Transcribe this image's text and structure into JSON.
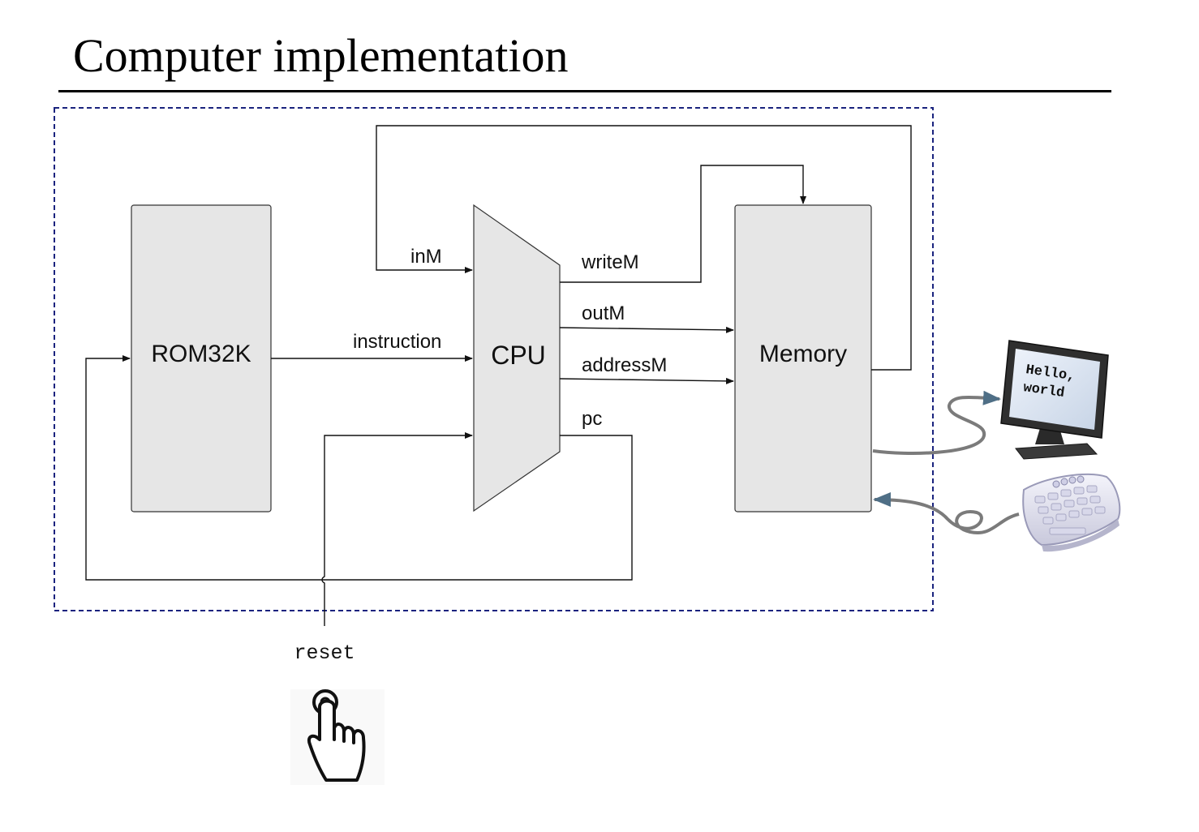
{
  "title": "Computer implementation",
  "blocks": {
    "rom": "ROM32K",
    "cpu": "CPU",
    "memory": "Memory"
  },
  "signals": {
    "inM": "inM",
    "writeM": "writeM",
    "outM": "outM",
    "addressM": "addressM",
    "pc": "pc",
    "instruction": "instruction",
    "reset": "reset"
  },
  "screen": {
    "line1": "Hello,",
    "line2": "world"
  },
  "icons": {
    "screen": "monitor-icon",
    "keyboard": "keyboard-icon",
    "reset_button": "hand-pointer-icon"
  },
  "colors": {
    "block_fill": "#e6e6e6",
    "boundary": "#1a237e",
    "io_cable": "#7b7b7b"
  }
}
